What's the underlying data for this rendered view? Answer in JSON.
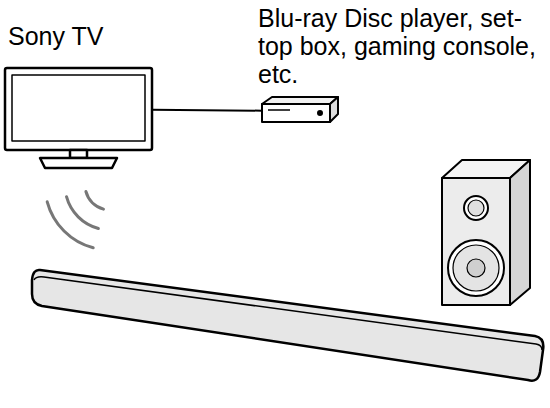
{
  "diagram": {
    "nodes": [
      {
        "text": [
          "Sony TV"
        ]
      },
      {
        "text": [
          "Blu-ray Disc player, set-top box, gaming console, etc."
        ]
      }
    ],
    "edges": [
      {
        "from": 0,
        "to": 1,
        "arrow": "none"
      }
    ]
  }
}
